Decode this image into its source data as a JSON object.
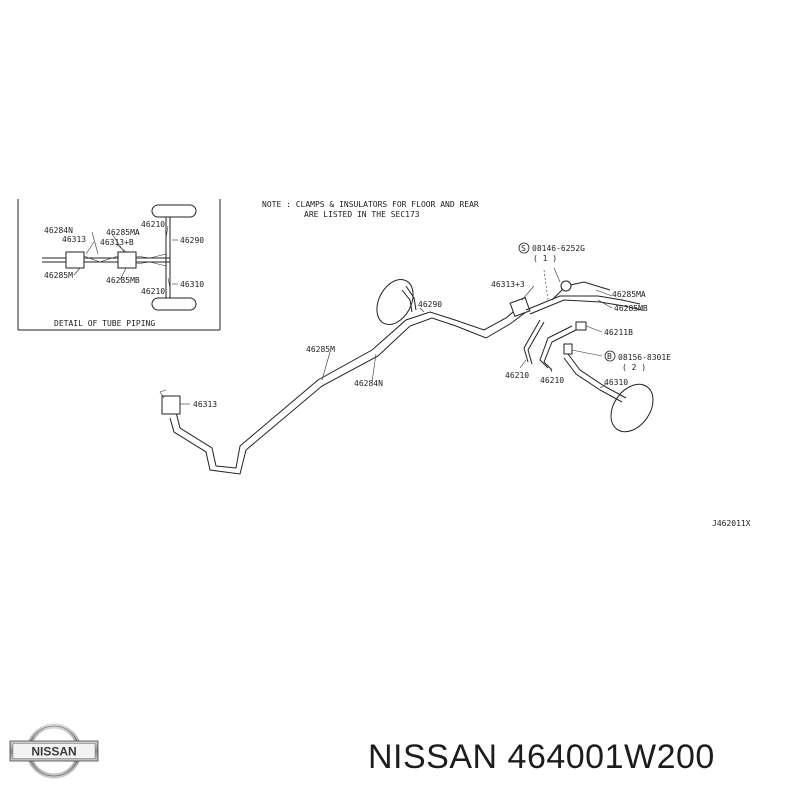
{
  "note": {
    "line1": "NOTE : CLAMPS & INSULATORS FOR FLOOR AND REAR",
    "line2": "ARE LISTED IN THE SEC173"
  },
  "detail": {
    "title": "DETAIL OF TUBE PIPING",
    "labels": {
      "p46284N": "46284N",
      "p46313": "46313",
      "p46285MA": "46285MA",
      "p46313B": "46313+B",
      "p46285M": "46285M",
      "p46285MB": "46285MB",
      "p46210a": "46210",
      "p46210b": "46210",
      "p46290": "46290",
      "p46310": "46310"
    }
  },
  "main": {
    "labels": {
      "p08146": "08146-6252G",
      "p08146q": "( 1 )",
      "s_mark": "S",
      "b_mark": "B",
      "p46313_3": "46313+3",
      "p46285MA": "46285MA",
      "p46285MB": "46285MB",
      "p46290": "46290",
      "p46211B": "46211B",
      "p08156": "08156-8301E",
      "p08156q": "( 2 )",
      "p46285M": "46285M",
      "p46284N": "46284N",
      "p46210a": "46210",
      "p46210b": "46210",
      "p46310": "46310",
      "p46313": "46313"
    },
    "ref_code": "J462011X"
  },
  "brand": {
    "logo_text": "NISSAN",
    "caption": "NISSAN 464001W200"
  }
}
